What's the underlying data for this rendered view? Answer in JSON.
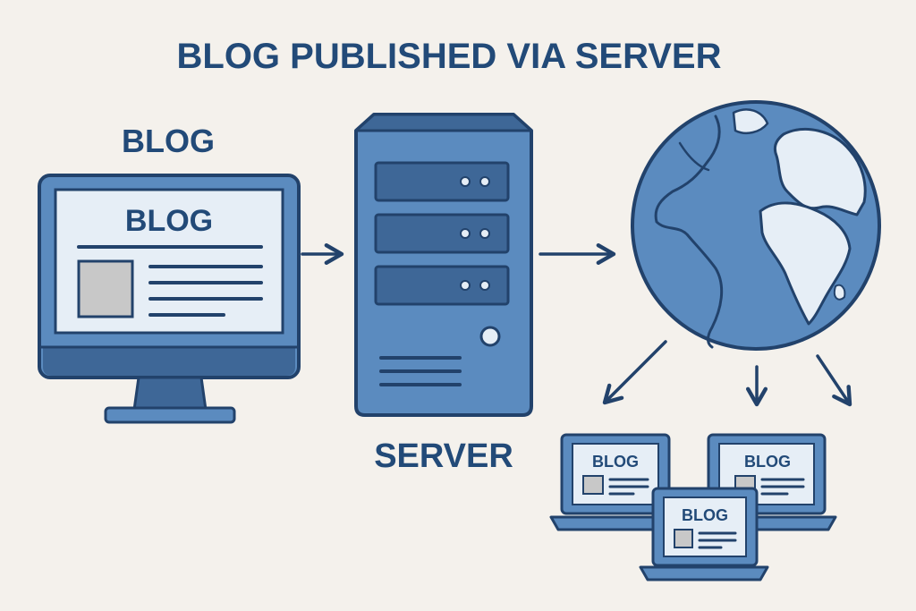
{
  "title": "BLOG PUBLISHED VIA SERVER",
  "labels": {
    "blog_heading": "BLOG",
    "monitor_screen": "BLOG",
    "server": "SERVER",
    "laptop_left": "BLOG",
    "laptop_right": "BLOG",
    "laptop_front": "BLOG"
  },
  "icons": {
    "monitor": "desktop-monitor-icon",
    "server": "server-tower-icon",
    "globe": "globe-icon",
    "laptop": "laptop-icon",
    "arrow": "arrow-right-icon"
  },
  "colors": {
    "background": "#f4f1ec",
    "outline": "#22426b",
    "fill_mid": "#5b8bbf",
    "fill_dark": "#3e6797",
    "fill_light": "#e6eef6",
    "text": "#224a78",
    "placeholder": "#c8c8c8"
  }
}
